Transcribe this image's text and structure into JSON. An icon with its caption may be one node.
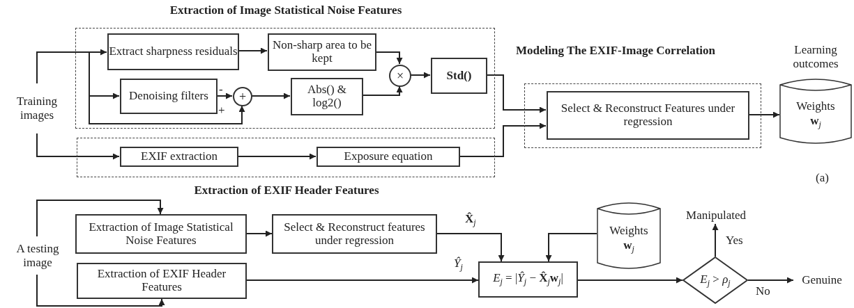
{
  "diagram": {
    "nodes": [
      {
        "text": [
          "Extraction of Image Statistical Noise Features"
        ]
      },
      {
        "text": [
          "Training images"
        ]
      },
      {
        "text": [
          "Extract sharpness residuals"
        ],
        "in": 0
      },
      {
        "text": [
          "Non-sharp area to be kept"
        ],
        "in": 0
      },
      {
        "text": [
          "Denoising filters"
        ],
        "in": 0
      },
      {
        "text": [
          "+"
        ],
        "in": 0
      },
      {
        "text": [
          "Abs() & log2()"
        ],
        "in": 0
      },
      {
        "text": [
          "×"
        ],
        "in": 0
      },
      {
        "text": [
          "Std()"
        ],
        "in": 0
      },
      {
        "text": [
          "Extraction of EXIF Header Features"
        ]
      },
      {
        "text": [
          "EXIF extraction"
        ],
        "in": 9
      },
      {
        "text": [
          "Exposure equation"
        ],
        "in": 9
      },
      {
        "text": [
          "Modeling The EXIF-Image Correlation"
        ]
      },
      {
        "text": [
          "Select & Reconstruct Features under regression"
        ],
        "in": 12
      },
      {
        "text": [
          "Weights **w**$_{j}$"
        ],
        "beside": [
          "Learning outcomes"
        ]
      },
      {
        "text": [
          "A testing image"
        ]
      },
      {
        "text": [
          "Extraction of Image Statistical Noise Features"
        ]
      },
      {
        "text": [
          "Select & Reconstruct features under regression"
        ]
      },
      {
        "text": [
          "Extraction of EXIF Header Features"
        ]
      },
      {
        "text": [
          "*E*$_{j}$ = |*Ŷ*$_{j}$ − **X̂**$_{j}$**w**$_{j}$|"
        ]
      },
      {
        "text": [
          "Weights **w**$_{j}$"
        ]
      },
      {
        "text": [
          "*E*$_{j}$ > *ρ*$_{j}$"
        ]
      },
      {
        "text": [
          "Manipulated"
        ]
      },
      {
        "text": [
          "Genuine"
        ]
      }
    ],
    "edges": [
      {
        "from": 1,
        "to": 2,
        "arrow": "to"
      },
      {
        "from": 1,
        "to": 4,
        "arrow": "to"
      },
      {
        "from": 1,
        "to": 5,
        "arrow": "to",
        "label": "+"
      },
      {
        "from": 1,
        "to": 10,
        "arrow": "to"
      },
      {
        "from": 2,
        "to": 3,
        "arrow": "to"
      },
      {
        "from": 4,
        "to": 5,
        "arrow": "to",
        "label": "-"
      },
      {
        "from": 5,
        "to": 6,
        "arrow": "to"
      },
      {
        "from": 3,
        "to": 7,
        "arrow": "to"
      },
      {
        "from": 6,
        "to": 7,
        "arrow": "to"
      },
      {
        "from": 7,
        "to": 8,
        "arrow": "to"
      },
      {
        "from": 8,
        "to": 13,
        "arrow": "to"
      },
      {
        "from": 11,
        "to": 13,
        "arrow": "to"
      },
      {
        "from": 10,
        "to": 11,
        "arrow": "to"
      },
      {
        "from": 13,
        "to": 14,
        "arrow": "to"
      },
      {
        "from": 15,
        "to": 16,
        "arrow": "to"
      },
      {
        "from": 15,
        "to": 18,
        "arrow": "to"
      },
      {
        "from": 16,
        "to": 17,
        "arrow": "to"
      },
      {
        "from": 17,
        "to": 19,
        "arrow": "to",
        "label": "**X̂**$_{j}$"
      },
      {
        "from": 20,
        "to": 19,
        "arrow": "to"
      },
      {
        "from": 18,
        "to": 19,
        "arrow": "to",
        "label": "*Ŷ*$_{j}$"
      },
      {
        "from": 19,
        "to": 21,
        "arrow": "to"
      },
      {
        "from": 21,
        "to": 22,
        "arrow": "to",
        "label": "Yes"
      },
      {
        "from": 21,
        "to": 23,
        "arrow": "to",
        "label": "No"
      }
    ],
    "labels": [
      "(a)"
    ]
  }
}
